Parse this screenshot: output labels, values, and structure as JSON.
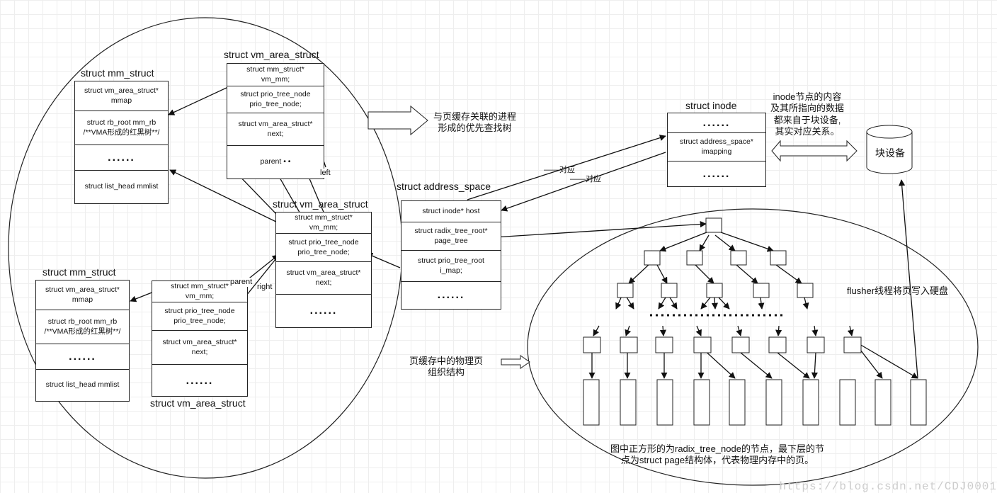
{
  "mm_struct_1": {
    "title": "struct mm_struct",
    "mmap": [
      "struct vm_area_struct*",
      "mmap"
    ],
    "mm_rb": [
      "struct rb_root mm_rb",
      "/**VMA形成的红黑树**/"
    ],
    "dots": "......",
    "mmlist": "struct list_head mmlist"
  },
  "mm_struct_2": {
    "title": "struct mm_struct",
    "mmap": [
      "struct vm_area_struct*",
      "mmap"
    ],
    "mm_rb": [
      "struct rb_root mm_rb",
      "/**VMA形成的红黑树**/"
    ],
    "dots": "......",
    "mmlist": "struct list_head mmlist"
  },
  "vma_top": {
    "title": "struct vm_area_struct",
    "vm_mm": [
      "struct mm_struct*",
      "vm_mm;"
    ],
    "prio": [
      "struct prio_tree_node",
      "prio_tree_node;"
    ],
    "next": [
      "struct vm_area_struct*",
      "next;"
    ],
    "parent": "parent • •"
  },
  "vma_mid": {
    "title": "struct vm_area_struct",
    "vm_mm": [
      "struct mm_struct*",
      "vm_mm;"
    ],
    "prio": [
      "struct prio_tree_node",
      "prio_tree_node;"
    ],
    "next": [
      "struct vm_area_struct*",
      "next;"
    ],
    "dots": "......"
  },
  "vma_bottom": {
    "title": "struct vm_area_struct",
    "vm_mm": [
      "struct mm_struct*",
      "vm_mm;"
    ],
    "prio": [
      "struct prio_tree_node",
      "prio_tree_node;"
    ],
    "next": [
      "struct vm_area_struct*",
      "next;"
    ],
    "dots": "......"
  },
  "tree_labels": {
    "left": "left",
    "parent": "parent",
    "right": "right"
  },
  "prio_tree_note": [
    "与页缓存关联的进程",
    "形成的优先查找树"
  ],
  "address_space": {
    "title": "struct address_space",
    "host": "struct inode* host",
    "page_tree": [
      "struct radix_tree_root*",
      "page_tree"
    ],
    "i_map": [
      "struct prio_tree_root",
      "i_map;"
    ],
    "dots": "......"
  },
  "inode": {
    "title": "struct inode",
    "dots_top": "......",
    "mapping": [
      "struct address_space*",
      "imapping"
    ],
    "dots_bottom": "......"
  },
  "correspond": {
    "a": "——对应",
    "b": "——对应"
  },
  "inode_note": [
    "inode节点的内容",
    "及其所指向的数据",
    "都来自于块设备,",
    "其实对应关系。"
  ],
  "block_device": "块设备",
  "flusher": "flusher线程将页写入硬盘",
  "physical_page_note": [
    "页缓存中的物理页",
    "组织结构"
  ],
  "radix_note": [
    "图中正方形的为radix_tree_node的节点，最下层的节",
    "点为struct page结构体，代表物理内存中的页。"
  ],
  "watermark": "https://blog.csdn.net/CDJ0001"
}
